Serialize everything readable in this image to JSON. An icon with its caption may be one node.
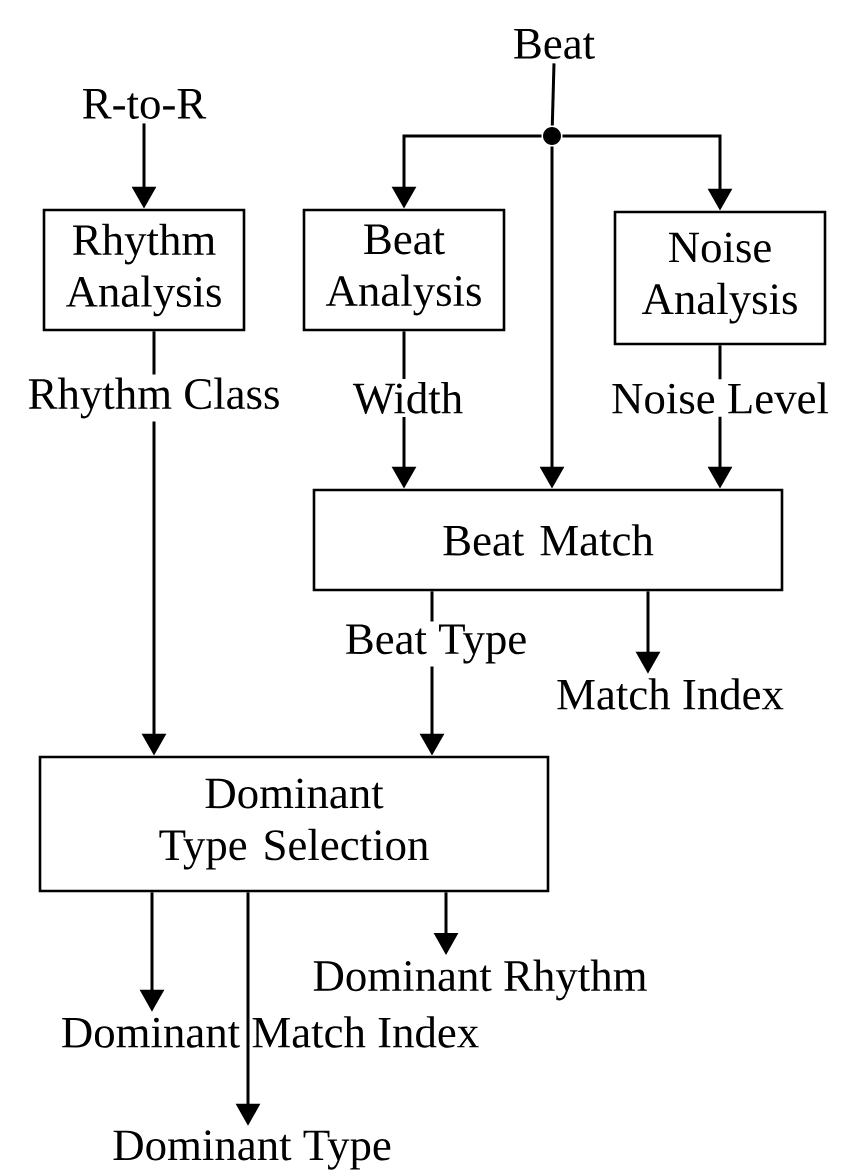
{
  "diagram": {
    "nodes": [
      {
        "text": [
          "R-to-R"
        ]
      },
      {
        "text": [
          "Beat"
        ]
      },
      {
        "text": [],
        "shape": "circle"
      },
      {
        "text": [
          "Rhythm Analysis"
        ]
      },
      {
        "text": [
          "Beat Analysis"
        ]
      },
      {
        "text": [
          "Noise Analysis"
        ]
      },
      {
        "text": [
          "Beat Match"
        ]
      },
      {
        "text": [
          "Dominant Type Selection"
        ]
      },
      {
        "text": [
          "Dominant Rhythm"
        ]
      },
      {
        "text": [
          "Dominant Match Index"
        ]
      },
      {
        "text": [
          "Dominant Type"
        ]
      },
      {
        "text": [
          "Match Index"
        ]
      }
    ],
    "edges": [
      {
        "from": 0,
        "to": 3,
        "arrow": "to"
      },
      {
        "from": 1,
        "to": 2,
        "arrow": "none"
      },
      {
        "from": 2,
        "to": 4,
        "arrow": "to"
      },
      {
        "from": 2,
        "to": 5,
        "arrow": "to"
      },
      {
        "from": 2,
        "to": 6,
        "arrow": "to"
      },
      {
        "from": 3,
        "to": 7,
        "arrow": "to",
        "label": "Rhythm Class"
      },
      {
        "from": 4,
        "to": 6,
        "arrow": "to",
        "label": "Width"
      },
      {
        "from": 5,
        "to": 6,
        "arrow": "to",
        "label": "Noise Level"
      },
      {
        "from": 6,
        "to": 7,
        "arrow": "to",
        "label": "Beat Type"
      },
      {
        "from": 6,
        "to": 11,
        "arrow": "to"
      },
      {
        "from": 7,
        "to": 8,
        "arrow": "to"
      },
      {
        "from": 7,
        "to": 9,
        "arrow": "to"
      },
      {
        "from": 7,
        "to": 10,
        "arrow": "to"
      }
    ]
  }
}
